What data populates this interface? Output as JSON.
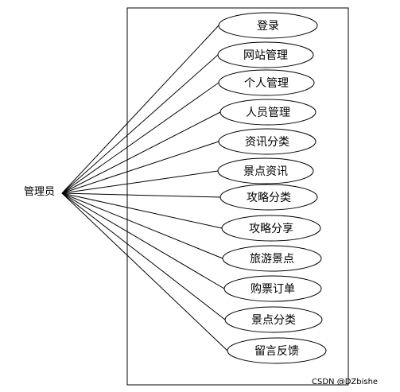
{
  "actor": {
    "label": "管理员"
  },
  "use_cases": [
    "登录",
    "网站管理",
    "个人管理",
    "人员管理",
    "资讯分类",
    "景点资讯",
    "攻略分类",
    "攻略分享",
    "旅游景点",
    "购票订单",
    "景点分类",
    "留言反馈"
  ],
  "watermark": "CSDN @DZbishe",
  "colors": {
    "line": "#000000",
    "background": "#ffffff",
    "watermark": "#9a9a9a"
  }
}
